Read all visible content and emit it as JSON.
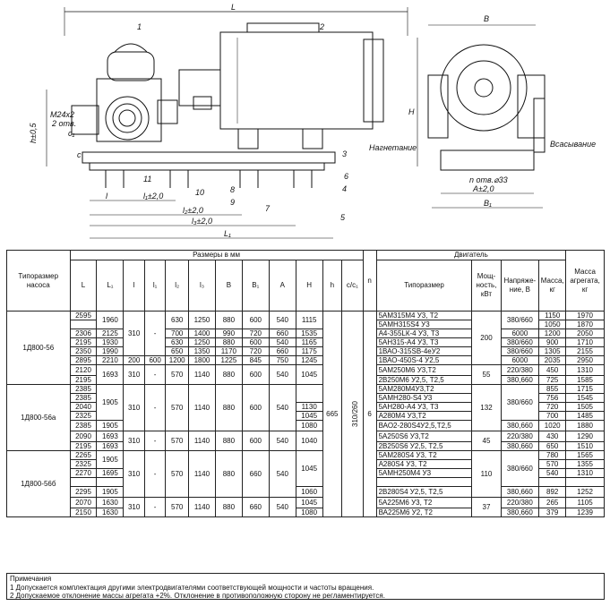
{
  "drawing": {
    "labels": {
      "L": "L",
      "B": "B",
      "H": "H",
      "h05": "h±0,5",
      "m24": "M24x2",
      "holes2": "2 отв.",
      "c": "c",
      "c1": "c₁",
      "l": "l",
      "l1": "l₁±2,0",
      "l2": "l₂±2,0",
      "l3": "l₃±2,0",
      "L1": "L₁",
      "inlet": "Нагнетание",
      "outlet": "Всасывание",
      "holes": "n отв.⌀33",
      "A": "A±2,0",
      "B1": "B₁",
      "n1": "1",
      "n2": "2",
      "n3": "3",
      "n4": "4",
      "n5": "5",
      "n6": "6",
      "n7": "7",
      "n8": "8",
      "n9": "9",
      "n10": "10",
      "n11": "11"
    }
  },
  "table": {
    "h_type": "Типоразмер насоса",
    "h_dims": "Размеры в мм",
    "h_n": "n",
    "h_motor": "Двигатель",
    "h_mass_unit": "Масса агрегата, кг",
    "dim_cols": [
      "L",
      "L₁",
      "l",
      "l₁",
      "l₂",
      "l₃",
      "B",
      "B₁",
      "A",
      "H",
      "h",
      "c/c₁"
    ],
    "motor_cols": [
      "Типоразмер",
      "Мощ-ность, кВт",
      "Напряже-ние, В",
      "Масса, кг"
    ],
    "groups": [
      {
        "name": "1Д800-56",
        "rows": [
          {
            "L": "2595",
            "L1": "1960",
            "l": "310",
            "l1": "-",
            "l2": "630",
            "l3": "1250",
            "B": "880",
            "B1": "600",
            "A": "540",
            "H": "1115",
            "motor": "5АМ315М4 У3, Т2",
            "power": "200",
            "volt": "380/660",
            "mm": "1150",
            "ma": "1970"
          },
          {
            "L": "",
            "L1": "",
            "l": "",
            "l1": "",
            "l2": "",
            "l3": "",
            "B": "",
            "B1": "",
            "A": "",
            "H": "",
            "motor": "5АМН315S4 У3",
            "power": "",
            "volt": "",
            "mm": "1050",
            "ma": "1870"
          },
          {
            "L": "2306",
            "L1": "2125",
            "l": "",
            "l1": "",
            "l2": "700",
            "l3": "1400",
            "B": "990",
            "B1": "720",
            "A": "660",
            "H": "1535",
            "motor": "А4-355LК-4 У3, Т3",
            "power": "",
            "volt": "6000",
            "mm": "1200",
            "ma": "2050"
          },
          {
            "L": "2195",
            "L1": "1930",
            "l": "",
            "l1": "",
            "l2": "630",
            "l3": "1250",
            "B": "880",
            "B1": "600",
            "A": "540",
            "H": "1165",
            "motor": "5АН315-А4 У3, Т3",
            "power": "",
            "volt": "380/660",
            "mm": "900",
            "ma": "1710"
          },
          {
            "L": "2350",
            "L1": "1990",
            "l": "",
            "l1": "",
            "l2": "650",
            "l3": "1350",
            "B": "1170",
            "B1": "720",
            "A": "660",
            "H": "1175",
            "motor": "1ВАО-315SВ-4еУ2",
            "power": "",
            "volt": "380/660",
            "mm": "1305",
            "ma": "2155"
          },
          {
            "L": "2895",
            "L1": "2210",
            "l": "200",
            "l1": "600",
            "l2": "1200",
            "l3": "1800",
            "B": "1225",
            "B1": "845",
            "A": "750",
            "H": "1245",
            "motor": "1ВАО-450S-4 У2,5",
            "power": "",
            "volt": "6000",
            "mm": "2035",
            "ma": "2950"
          },
          {
            "L": "2120",
            "L1": "1693",
            "l": "310",
            "l1": "-",
            "l2": "570",
            "l3": "1140",
            "B": "880",
            "B1": "600",
            "A": "540",
            "H": "1045",
            "motor": "5АМ250М6 У3,Т2",
            "power": "55",
            "volt": "220/380",
            "mm": "450",
            "ma": "1310"
          },
          {
            "L": "2195",
            "L1": "",
            "l": "",
            "l1": "",
            "l2": "",
            "l3": "",
            "B": "",
            "B1": "",
            "A": "",
            "H": "",
            "motor": "2В250М6 У2,5, Т2,5",
            "power": "",
            "volt": "380,660",
            "mm": "725",
            "ma": "1585"
          }
        ]
      },
      {
        "name": "1Д800-56а",
        "rows": [
          {
            "L": "2385",
            "motor": "5АМ280М4У3,Т2",
            "mm": "855",
            "ma": "1715"
          },
          {
            "L": "2385",
            "motor": "5АМН280-S4 У3",
            "mm": "756",
            "ma": "1545"
          },
          {
            "L": "2040",
            "H": "1130",
            "motor": "5АН280-А4 У3, Т3",
            "mm": "720",
            "ma": "1505"
          },
          {
            "L": "2325",
            "H": "1045",
            "motor": "А280М4 У3,Т2",
            "mm": "700",
            "ma": "1485"
          },
          {
            "L": "2385",
            "L1": "1905",
            "H": "1080",
            "motor": "ВАО2-280S4У2,5,Т2,5",
            "volt": "380,660",
            "mm": "1020",
            "ma": "1880"
          },
          {
            "L": "2090",
            "L1": "1693",
            "motor": "5А250S6 У3,Т2",
            "volt": "220/380",
            "mm": "430",
            "ma": "1290"
          },
          {
            "L": "2195",
            "L1": "1693",
            "motor": "2В250S6 У2,5, Т2,5",
            "volt": "380,660",
            "mm": "650",
            "ma": "1510"
          }
        ],
        "L1_main": "1905",
        "power_a": "132",
        "volt_a": "380/660",
        "power_b": "45",
        "l": "310",
        "l1": "-",
        "l2": "570",
        "l3": "1140",
        "B": "880",
        "B1": "600",
        "A": "540",
        "H_b": "1040",
        "h": "665",
        "cc": "310/260",
        "n": "6"
      },
      {
        "name": "1Д800-56б",
        "rows": [
          {
            "L": "2265",
            "motor": "5АМ280S4 У3, Т2",
            "mm": "780",
            "ma": "1565"
          },
          {
            "L": "2325",
            "L1": "1905",
            "motor": "А280S4 У3, Т2",
            "mm": "570",
            "ma": "1355"
          },
          {
            "L": "2270",
            "L1": "1695",
            "motor": "5АМН250М4 У3",
            "mm": "540",
            "ma": "1310"
          },
          {
            "L": "2295",
            "L1": "1905",
            "H": "1060",
            "motor": "2В280S4 У2,5, Т2,5",
            "volt": "380,660",
            "mm": "892",
            "ma": "1252"
          },
          {
            "L": "2070",
            "L1": "1630",
            "H": "1045",
            "motor": "5А225М6 У3, Т2",
            "volt": "220/380",
            "mm": "265",
            "ma": "1105"
          },
          {
            "L": "2150",
            "L1": "1630",
            "H": "1080",
            "motor": "ВА225М6 У2, Т2",
            "volt": "380,660",
            "mm": "379",
            "ma": "1239"
          }
        ],
        "L1_main": "1905",
        "power_a": "110",
        "volt_a": "380/660",
        "power_b": "37",
        "l": "310",
        "l1": "-",
        "l2": "570",
        "l3": "1140",
        "B": "880",
        "B1": "660",
        "A": "540",
        "H_a": "1045"
      }
    ]
  },
  "notes": {
    "title": "Примечания",
    "line1": "1 Допускается комплектация другими электродвигателями соответствующей мощности и частоты вращения.",
    "line2": "2 Допускаемое отклонение массы агрегата +2%. Отклонение в противоположную сторону не регламентируется."
  }
}
